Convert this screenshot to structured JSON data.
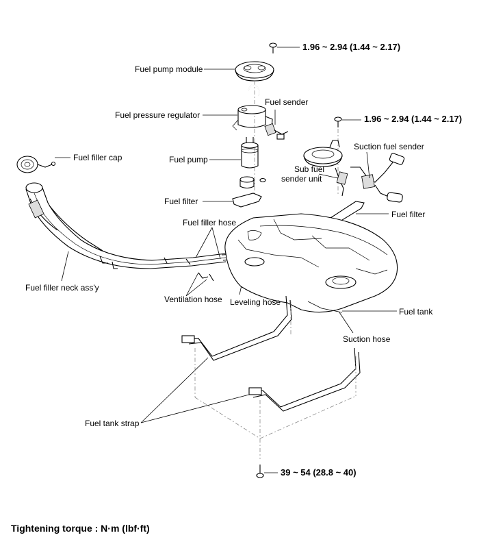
{
  "labels": {
    "torque_top": "1.96 ~ 2.94 (1.44 ~ 2.17)",
    "torque_mid": "1.96 ~ 2.94 (1.44 ~ 2.17)",
    "torque_bottom": "39 ~ 54 (28.8 ~ 40)",
    "fuel_pump_module": "Fuel pump module",
    "fuel_pressure_regulator": "Fuel pressure regulator",
    "fuel_sender": "Fuel sender",
    "suction_fuel_sender": "Suction fuel sender",
    "fuel_filler_cap": "Fuel filler cap",
    "fuel_pump": "Fuel pump",
    "sub_fuel_sender_unit_line1": "Sub fuel",
    "sub_fuel_sender_unit_line2": "sender unit",
    "fuel_filter_left": "Fuel filter",
    "fuel_filter_right": "Fuel filter",
    "fuel_filler_hose": "Fuel filler hose",
    "fuel_filler_neck": "Fuel filler neck ass'y",
    "ventilation_hose": "Ventilation hose",
    "leveling_hose": "Leveling hose",
    "fuel_tank": "Fuel tank",
    "suction_hose": "Suction hose",
    "fuel_tank_strap": "Fuel tank strap"
  },
  "footer": "Tightening torque : N·m (lbf·ft)"
}
